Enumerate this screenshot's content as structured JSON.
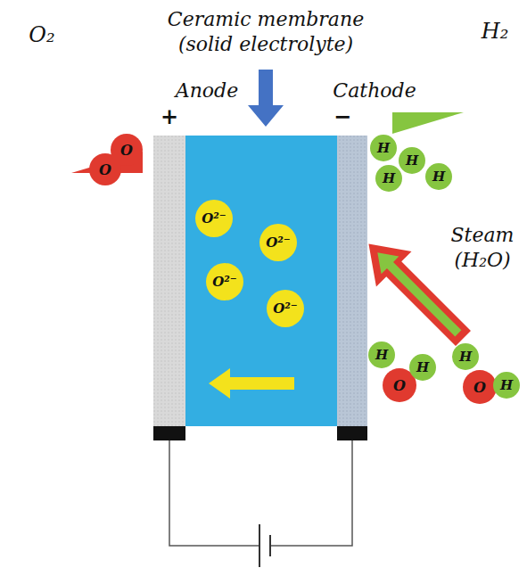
{
  "diagram": {
    "nodes": [
      {
        "text": [
          "O²⁻"
        ]
      },
      {
        "text": [
          "O²⁻"
        ]
      },
      {
        "text": [
          "O²⁻"
        ]
      },
      {
        "text": [
          "O²⁻"
        ]
      },
      {
        "text": [
          "O"
        ]
      },
      {
        "text": [
          "O"
        ]
      },
      {
        "text": [
          "H"
        ]
      },
      {
        "text": [
          "H"
        ]
      },
      {
        "text": [
          "H"
        ]
      },
      {
        "text": [
          "H"
        ]
      },
      {
        "text": [
          "H"
        ]
      },
      {
        "text": [
          "O"
        ]
      },
      {
        "text": [
          "H"
        ]
      },
      {
        "text": [
          "H"
        ]
      },
      {
        "text": [
          "O"
        ]
      },
      {
        "text": [
          "H"
        ]
      }
    ],
    "labels": [
      "Ceramic membrane (solid electrolyte)",
      "Anode",
      "+",
      "Cathode",
      "−",
      "O₂",
      "H₂",
      "Steam (H₂O)"
    ]
  }
}
